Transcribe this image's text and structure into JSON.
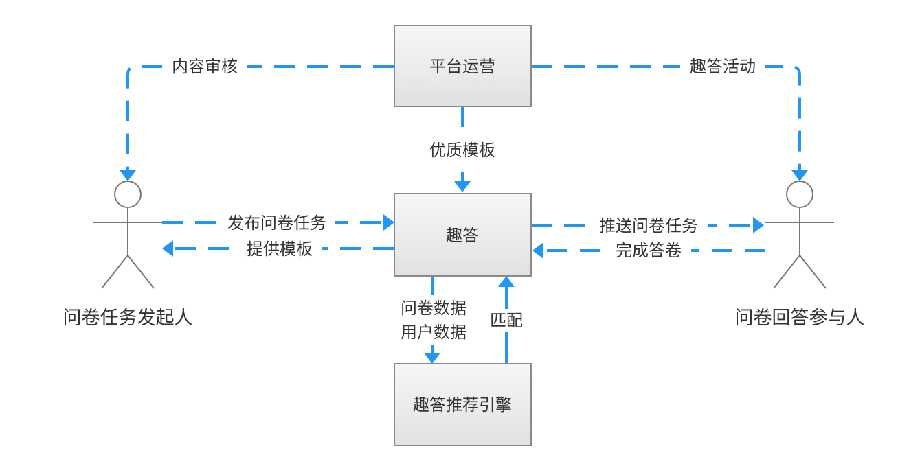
{
  "nodes": {
    "platform_ops": "平台运营",
    "quda": "趣答",
    "engine": "趣答推荐引擎"
  },
  "actors": {
    "initiator": "问卷任务发起人",
    "participant": "问卷回答参与人"
  },
  "edges": {
    "content_review": "内容审核",
    "quda_activity": "趣答活动",
    "quality_template": "优质模板",
    "publish_task": "发布问卷任务",
    "provide_template": "提供模板",
    "push_task": "推送问卷任务",
    "complete_answer": "完成答卷",
    "survey_data": "问卷数据",
    "user_data": "用户数据",
    "match": "匹配"
  },
  "colors": {
    "flow": "#2196f3",
    "box_fill_top": "#f5f5f5",
    "box_fill_bottom": "#e2e2e2",
    "box_border": "#8a8a8a",
    "actor_stroke": "#777777",
    "text": "#333333"
  }
}
